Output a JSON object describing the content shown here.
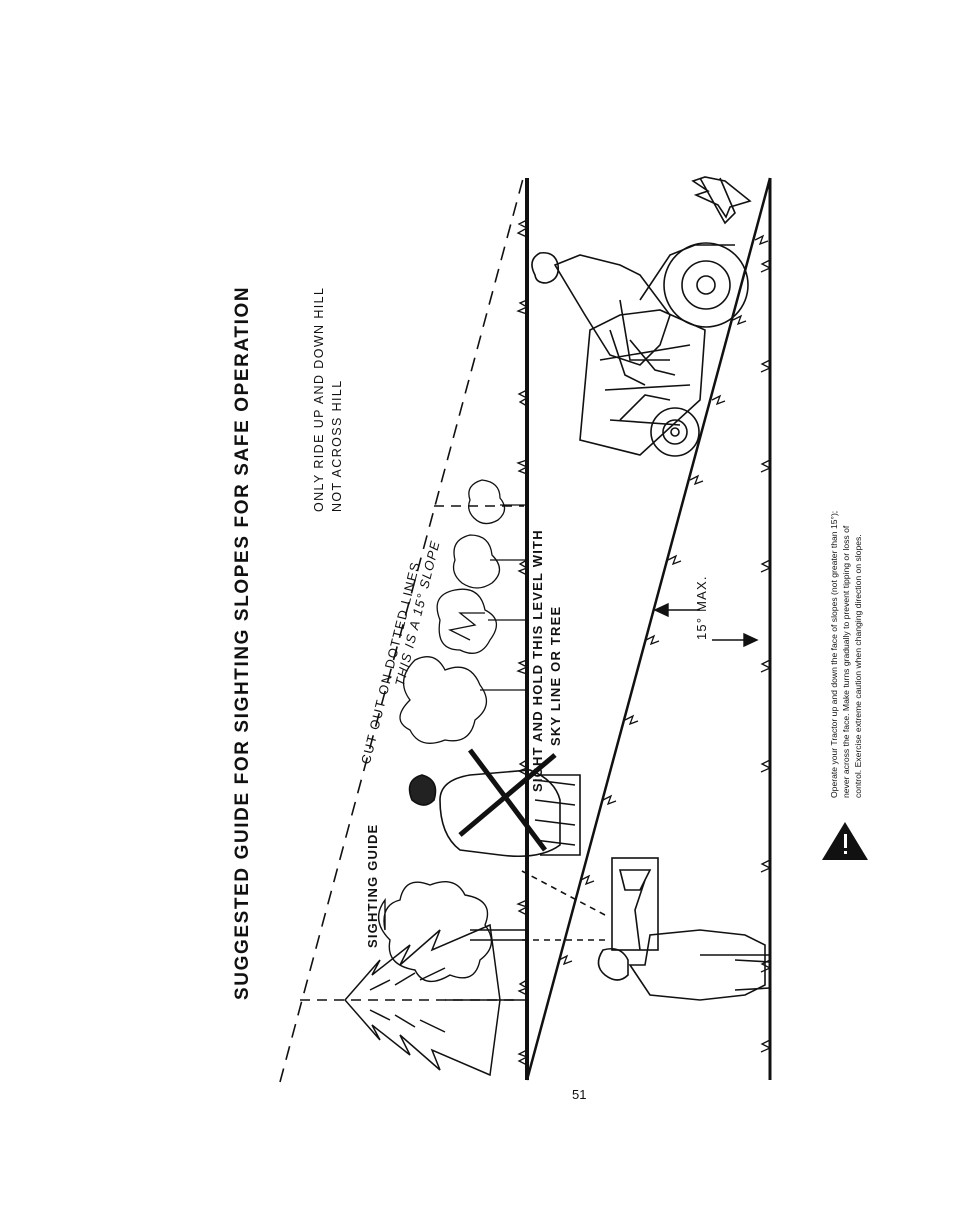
{
  "page": {
    "title": "SUGGESTED GUIDE FOR SIGHTING SLOPES FOR SAFE OPERATION",
    "ride_line1": "ONLY RIDE UP AND DOWN HILL",
    "ride_line2": "NOT ACROSS HILL",
    "sight_line1": "SIGHT AND HOLD THIS LEVEL WITH",
    "sight_line2": "SKY LINE OR TREE",
    "sighting_guide": "SIGHTING GUIDE",
    "cut_out": "CUT OUT ON DOTTED LINES",
    "this_is": "THIS IS A 15° SLOPE",
    "max_label": "15° MAX.",
    "page_number": "51",
    "warning_text": "Operate your Tractor up and down the face of slopes (not greater than 15°); never across the face. Make turns gradually to prevent tipping or loss of control. Exercise extreme caution when changing direction on slopes.",
    "warning_icon": "warning-triangle-icon"
  }
}
